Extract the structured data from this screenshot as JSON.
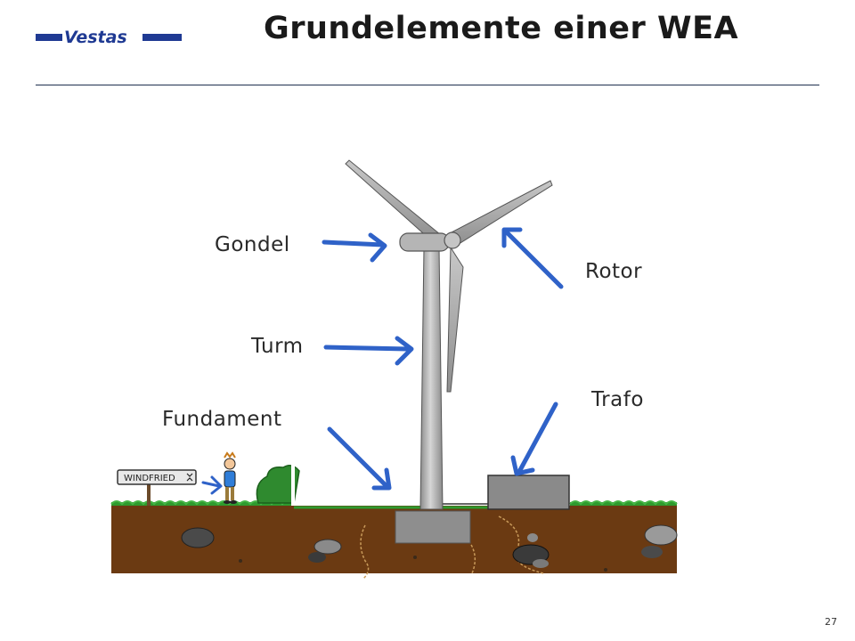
{
  "header": {
    "logo_text": "Vestas",
    "title": "Grundelemente einer WEA"
  },
  "labels": {
    "gondel": "Gondel",
    "turm": "Turm",
    "fundament": "Fundament",
    "rotor": "Rotor",
    "trafo": "Trafo"
  },
  "sign_text": "WINDFRIED",
  "colors": {
    "arrow": "#2f62c8",
    "brand": "#1f3a93",
    "soil": "#6b3a12",
    "grass": "#2e9a2e",
    "tower": "#a9a9a9",
    "trafo": "#8a8a8a"
  },
  "footer": {
    "page_number": "27"
  }
}
